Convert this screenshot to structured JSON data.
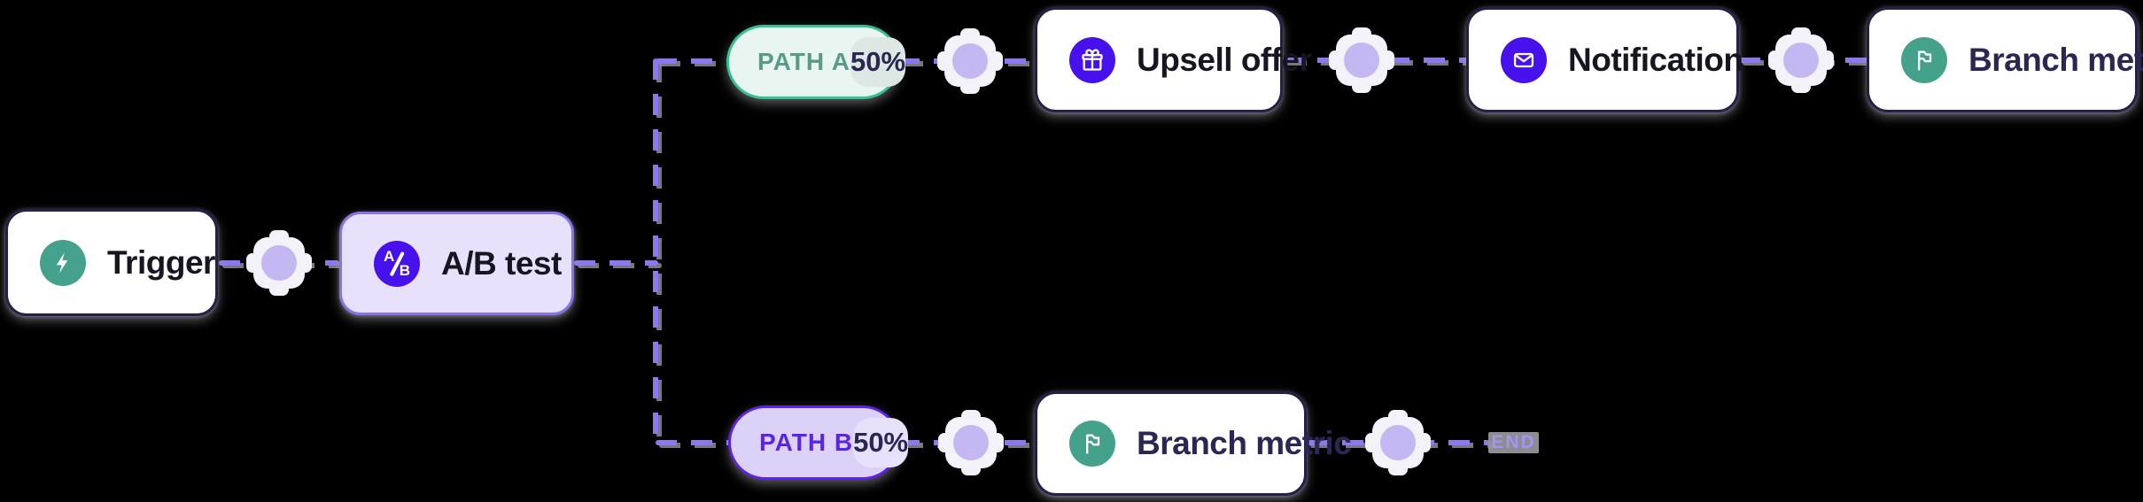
{
  "flow": {
    "trigger": {
      "label": "Trigger",
      "icon": "lightning-icon"
    },
    "ab_test": {
      "label": "A/B test",
      "icon": "ab-split-icon",
      "icon_top": "A",
      "icon_bottom": "B"
    },
    "path_a": {
      "label": "PATH A",
      "percent": "50%"
    },
    "path_b": {
      "label": "PATH B",
      "percent": "50%"
    },
    "upsell_offer": {
      "label": "Upsell offer",
      "icon": "gift-icon"
    },
    "notification": {
      "label": "Notification",
      "icon": "mail-icon"
    },
    "branch_metric_top": {
      "label": "Branch metric",
      "icon": "flag-icon"
    },
    "branch_metric_bottom": {
      "label": "Branch metric",
      "icon": "flag-icon"
    },
    "end_marker": {
      "label": "END"
    }
  },
  "colors": {
    "background": "#000000",
    "card_border": "#23204a",
    "accent_purple": "#4711ee",
    "accent_teal": "#43a18c",
    "dash_purple": "#8b78f0",
    "ab_card_fill": "#e7e1fb",
    "ab_card_border": "#8a70ec",
    "path_a_border": "#35c095",
    "path_a_fill": "#e9f5f0",
    "path_a_label": "#579b88",
    "path_b_border": "#5b23e6",
    "path_b_fill": "#dcd2f8",
    "plus_dot": "#c5b8f2",
    "end_text": "#a493f0"
  }
}
